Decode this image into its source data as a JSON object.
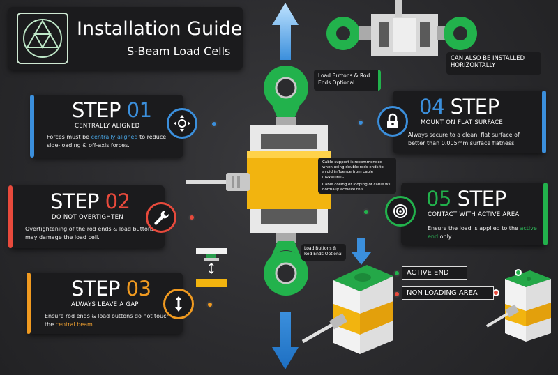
{
  "header": {
    "title": "Installation Guide",
    "subtitle": "S-Beam Load Cells"
  },
  "colors": {
    "blue": "#3b8fdc",
    "red": "#e84a3c",
    "orange": "#f09a20",
    "green": "#22b24c",
    "yellow": "#f2b40f",
    "background": "#2b2b2e"
  },
  "steps": [
    {
      "prefix": "STEP",
      "number": "01",
      "subtitle": "CENTRALLY ALIGNED",
      "body_before": "Forces must be ",
      "body_highlight": "centrally aligned",
      "body_after": " to reduce side-loading & off-axis forces.",
      "icon": "crosshair-move-icon"
    },
    {
      "prefix": "STEP",
      "number": "02",
      "subtitle": "DO NOT OVERTIGHTEN",
      "body": "Overtightening of the rod ends & load buttons may damage the load cell.",
      "icon": "wrench-icon"
    },
    {
      "prefix": "STEP",
      "number": "03",
      "subtitle": "ALWAYS LEAVE A GAP",
      "body_before": "Ensure rod ends & load buttons do not touch the ",
      "body_highlight": "central beam.",
      "icon": "vertical-gap-arrow-icon"
    },
    {
      "number": "04",
      "suffix": "STEP",
      "subtitle": "MOUNT ON FLAT SURFACE",
      "body": "Always secure to a clean, flat surface of better than 0.005mm surface flatness.",
      "icon": "padlock-icon"
    },
    {
      "number": "05",
      "suffix": "STEP",
      "subtitle": "CONTACT WITH ACTIVE AREA",
      "body_before": "Ensure the load is applied to the ",
      "body_highlight": "active end",
      "body_after": " only.",
      "icon": "target-icon"
    }
  ],
  "notes": {
    "horizontal": "CAN ALSO BE INSTALLED HORIZONTALLY",
    "load_buttons_top": "Load Buttons & Rod Ends Optional",
    "load_buttons_bottom": "Load Buttons & Rod Ends Optional",
    "cable_support": "Cable support is recommended when using double rods ends to avoid influence from cable movement.",
    "cable_coiling": "Cable coiling or looping of cable will normally achieve this."
  },
  "callouts": {
    "active_end": "ACTIVE END",
    "non_loading": "NON LOADING AREA"
  }
}
